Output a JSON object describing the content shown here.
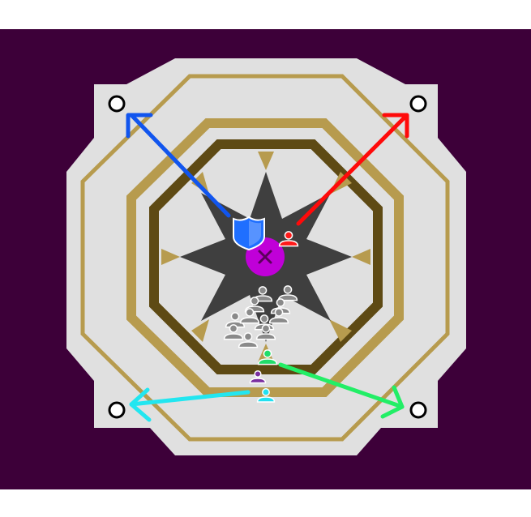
{
  "arena": {
    "colors": {
      "background": "#3d0039",
      "floor": "#e0e0e0",
      "gold_trim": "#b79b4e",
      "inner_bronze": "#5e4a14",
      "star_field": "#3f3f3f",
      "star_tips": "#b79b4e",
      "boss": "#c000d8",
      "boss_mark": "#5a005a",
      "waymark_fill": "#ffffff",
      "waymark_stroke": "#000000",
      "npc_group": "#8a8a8a"
    },
    "icons": {
      "boss": "x-mark-icon",
      "tank": "shield-icon",
      "player": "player-icon",
      "waymark": "circle-marker-icon",
      "move_arrow": "arrow-icon"
    }
  },
  "players": {
    "tank": {
      "color": "#1f6fff"
    },
    "red": {
      "color": "#ff1a1a"
    },
    "green": {
      "color": "#22dd6a"
    },
    "purple": {
      "color": "#7a2ea0"
    },
    "cyan": {
      "color": "#22e0f0"
    }
  },
  "arrows": {
    "blue": {
      "color": "#1155ee",
      "direction": "north-west"
    },
    "red": {
      "color": "#ff0a0a",
      "direction": "north-east"
    },
    "cyan": {
      "color": "#22e6f0",
      "direction": "south-west"
    },
    "green": {
      "color": "#22ee66",
      "direction": "south-east"
    }
  },
  "waymarks": [
    "north-west",
    "north-east",
    "south-west",
    "south-east"
  ],
  "npc_group": {
    "count": 11
  }
}
